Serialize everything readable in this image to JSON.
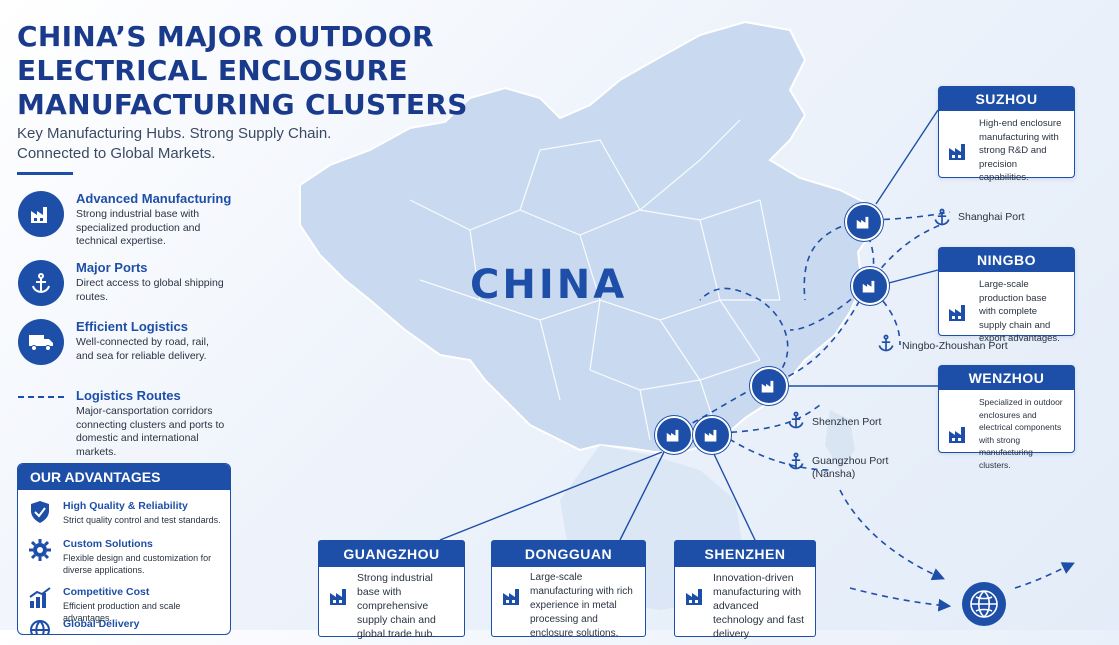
{
  "header": {
    "title_lines": [
      "CHINA’S MAJOR OUTDOOR",
      "ELECTRICAL ENCLOSURE",
      "MANUFACTURING CLUSTERS"
    ],
    "subtitle_lines": [
      "Key Manufacturing Hubs. Strong Supply Chain.",
      "Connected to Global Markets."
    ]
  },
  "features": [
    {
      "title": "Advanced Manufacturing",
      "desc": "Strong industrial base with specialized production and technical expertise.",
      "icon": "factory-icon"
    },
    {
      "title": "Major Ports",
      "desc": "Direct access to global shipping routes.",
      "icon": "anchor-icon"
    },
    {
      "title": "Efficient Logistics",
      "desc": "Well-connected by road, rail, and sea for reliable delivery.",
      "icon": "truck-icon"
    },
    {
      "title": "Logistics Routes",
      "desc": "Major-cansportation corridors connecting clusters and ports to domestic and international markets.",
      "icon": "dashed-line-icon"
    }
  ],
  "advantages": {
    "heading": "OUR ADVANTAGES",
    "items": [
      {
        "title": "High Quality & Reliability",
        "desc": "Strict quality control and test standards.",
        "icon": "shield-check-icon"
      },
      {
        "title": "Custom Solutions",
        "desc": "Flexible design and customization for diverse applications.",
        "icon": "gear-icon"
      },
      {
        "title": "Competitive Cost",
        "desc": "Efficient production and scale advantages.",
        "icon": "bar-chart-icon"
      },
      {
        "title": "Global Delivery",
        "desc": "",
        "icon": "globe-icon"
      }
    ]
  },
  "map": {
    "label": "CHINA"
  },
  "clusters_right": [
    {
      "name": "SUZHOU",
      "desc": "High-end enclosure manufacturing with strong R&D and precision capabilities."
    },
    {
      "name": "NINGBO",
      "desc": "Large-scale production base with complete supply chain and export advantages."
    },
    {
      "name": "WENZHOU",
      "desc": "Specialized in outdoor enclosures and electrical components with strong manufacturing clusters."
    }
  ],
  "clusters_bottom": [
    {
      "name": "GUANGZHOU",
      "desc": "Strong industrial base with comprehensive supply chain and global trade hub."
    },
    {
      "name": "DONGGUAN",
      "desc": "Large-scale manufacturing with rich experience in metal processing and enclosure solutions."
    },
    {
      "name": "SHENZHEN",
      "desc": "Innovation-driven manufacturing with advanced technology and fast delivery."
    }
  ],
  "ports": [
    {
      "name": "Shanghai Port"
    },
    {
      "name": "Ningbo-Zhoushan Port"
    },
    {
      "name": "Shenzhen Port"
    },
    {
      "name": "Guangzhou Port (Nansha)"
    }
  ],
  "colors": {
    "primary": "#1e4fa8",
    "title": "#1a3a8c",
    "map_fill": "#c9d9ef"
  }
}
